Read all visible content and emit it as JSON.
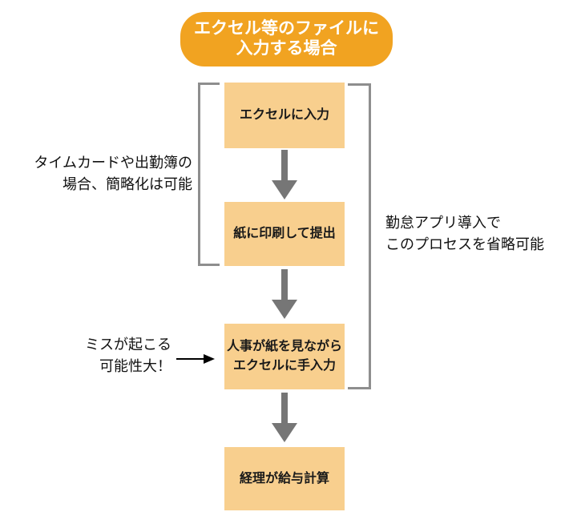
{
  "title": "エクセル等のファイルに\n入力する場合",
  "steps": [
    {
      "label": "エクセルに入力"
    },
    {
      "label": "紙に印刷して提出"
    },
    {
      "label": "人事が紙を見ながら\nエクセルに手入力"
    },
    {
      "label": "経理が給与計算"
    }
  ],
  "annotations": {
    "timecard_note": "タイムカードや出勤簿の\n場合、簡略化は可能",
    "app_note": "勤怠アプリ導入で\nこのプロセスを省略可能",
    "mistake_note": "ミスが起こる\n可能性大！"
  },
  "icons": {
    "flow_arrow": "arrow-down-icon",
    "mistake_pointer": "arrow-right-icon"
  },
  "colors": {
    "pill_bg": "#F1A321",
    "box_bg": "#F8CF8E",
    "arrow_gray": "#767676",
    "bracket_gray": "#8E8E8E",
    "text_dark": "#1A1A1A",
    "annotation_text": "#111111",
    "annotation_arrow": "#000000",
    "pill_text": "#FFFFFF",
    "canvas_bg": "#FFFFFF"
  }
}
